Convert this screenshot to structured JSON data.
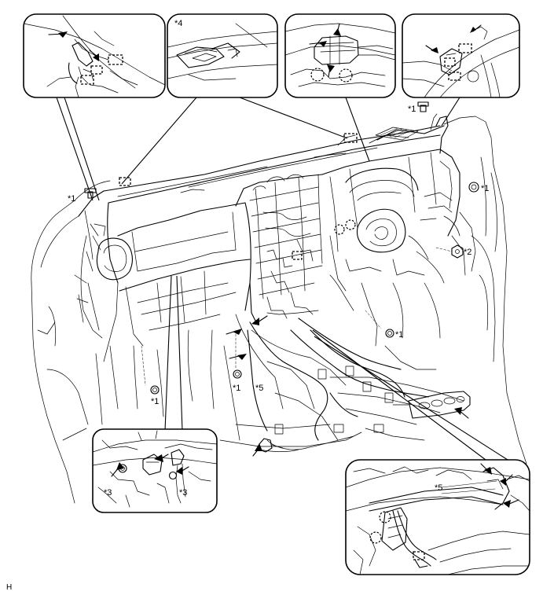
{
  "diagram": {
    "labels": {
      "star1": "*1",
      "star2": "*2",
      "star3": "*3",
      "star4": "*4",
      "star5": "*5"
    },
    "code": "H"
  }
}
